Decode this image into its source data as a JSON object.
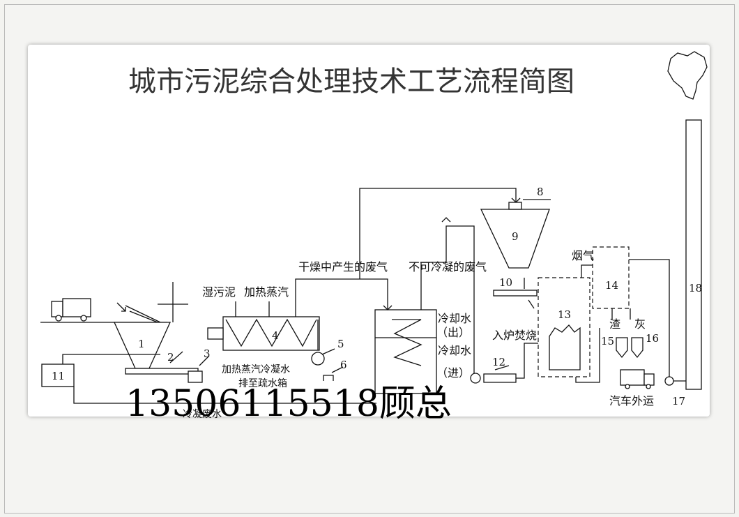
{
  "diagram": {
    "title": "城市污泥综合处理技术工艺流程简图",
    "labels": {
      "wet_sludge": "湿污泥",
      "heating_steam": "加热蒸汽",
      "dry_waste_gas": "干燥中产生的废气",
      "noncondensable_gas": "不可冷凝的废气",
      "cooling_water_out": "冷却水",
      "out_paren": "（出）",
      "cooling_water_in": "冷却水",
      "in_paren": "（进）",
      "to_furnace": "入炉焚烧",
      "flue_gas": "烟气",
      "slag": "渣",
      "ash": "灰",
      "truck_transport": "汽车外运",
      "condensate_line1": "加热蒸汽冷凝水",
      "condensate_line2": "排至疏水箱",
      "condensate_water": "冷凝废水"
    },
    "numbers": [
      "1",
      "2",
      "3",
      "4",
      "5",
      "6",
      "8",
      "9",
      "10",
      "11",
      "12",
      "13",
      "14",
      "15",
      "16",
      "17",
      "18"
    ],
    "contact": "13506115518顾总"
  }
}
